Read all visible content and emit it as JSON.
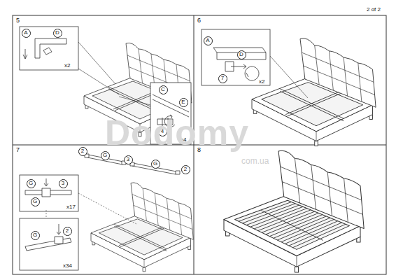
{
  "diagram": {
    "nodes": [
      {
        "text": [
          "A"
        ]
      },
      {
        "text": [
          "D"
        ]
      },
      {
        "text": [
          "C"
        ]
      },
      {
        "text": [
          "E"
        ]
      },
      {
        "text": [
          "4"
        ]
      },
      {
        "text": [
          "A"
        ]
      },
      {
        "text": [
          "D"
        ]
      },
      {
        "text": [
          "7"
        ]
      },
      {
        "text": [
          "2"
        ]
      },
      {
        "text": [
          "G"
        ]
      },
      {
        "text": [
          "3"
        ]
      },
      {
        "text": [
          "G"
        ]
      },
      {
        "text": [
          "2"
        ]
      },
      {
        "text": [
          "G"
        ]
      },
      {
        "text": [
          "3"
        ]
      },
      {
        "text": [
          "G"
        ]
      },
      {
        "text": [
          "2"
        ]
      },
      {
        "text": [
          "G"
        ]
      }
    ],
    "labels": [
      "2 of 2",
      "5",
      "x2",
      "x4",
      "6",
      "x2",
      "7",
      "x17",
      "x34",
      "8",
      "Dodomy",
      "com.ua"
    ]
  }
}
